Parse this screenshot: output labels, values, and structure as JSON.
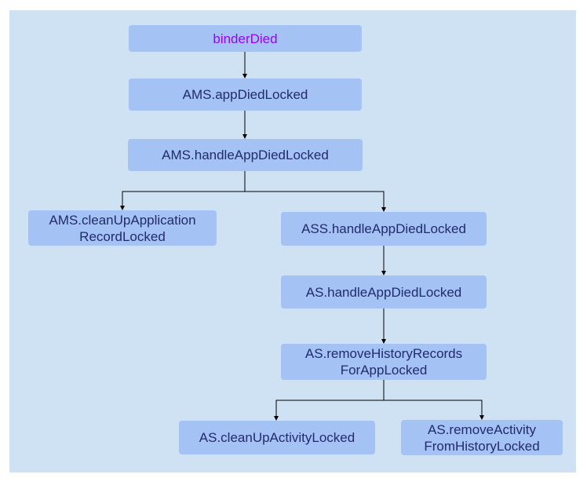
{
  "colors": {
    "background": "#cfe2f3",
    "node_fill": "#a4c2f4",
    "node_text": "#222b6b",
    "root_text": "#9900ff",
    "edge": "#000000"
  },
  "nodes": {
    "binder_died": "binderDied",
    "ams_app_died_locked": "AMS.appDiedLocked",
    "ams_handle_app_died_locked": "AMS.handleAppDiedLocked",
    "ams_clean_up_application_record_locked": "AMS.cleanUpApplication\nRecordLocked",
    "ass_handle_app_died_locked": "ASS.handleAppDiedLocked",
    "as_handle_app_died_locked": "AS.handleAppDiedLocked",
    "as_remove_history_records_for_app_locked": "AS.removeHistoryRecords\nForAppLocked",
    "as_clean_up_activity_locked": "AS.cleanUpActivityLocked",
    "as_remove_activity_from_history_locked": "AS.removeActivity\nFromHistoryLocked"
  }
}
